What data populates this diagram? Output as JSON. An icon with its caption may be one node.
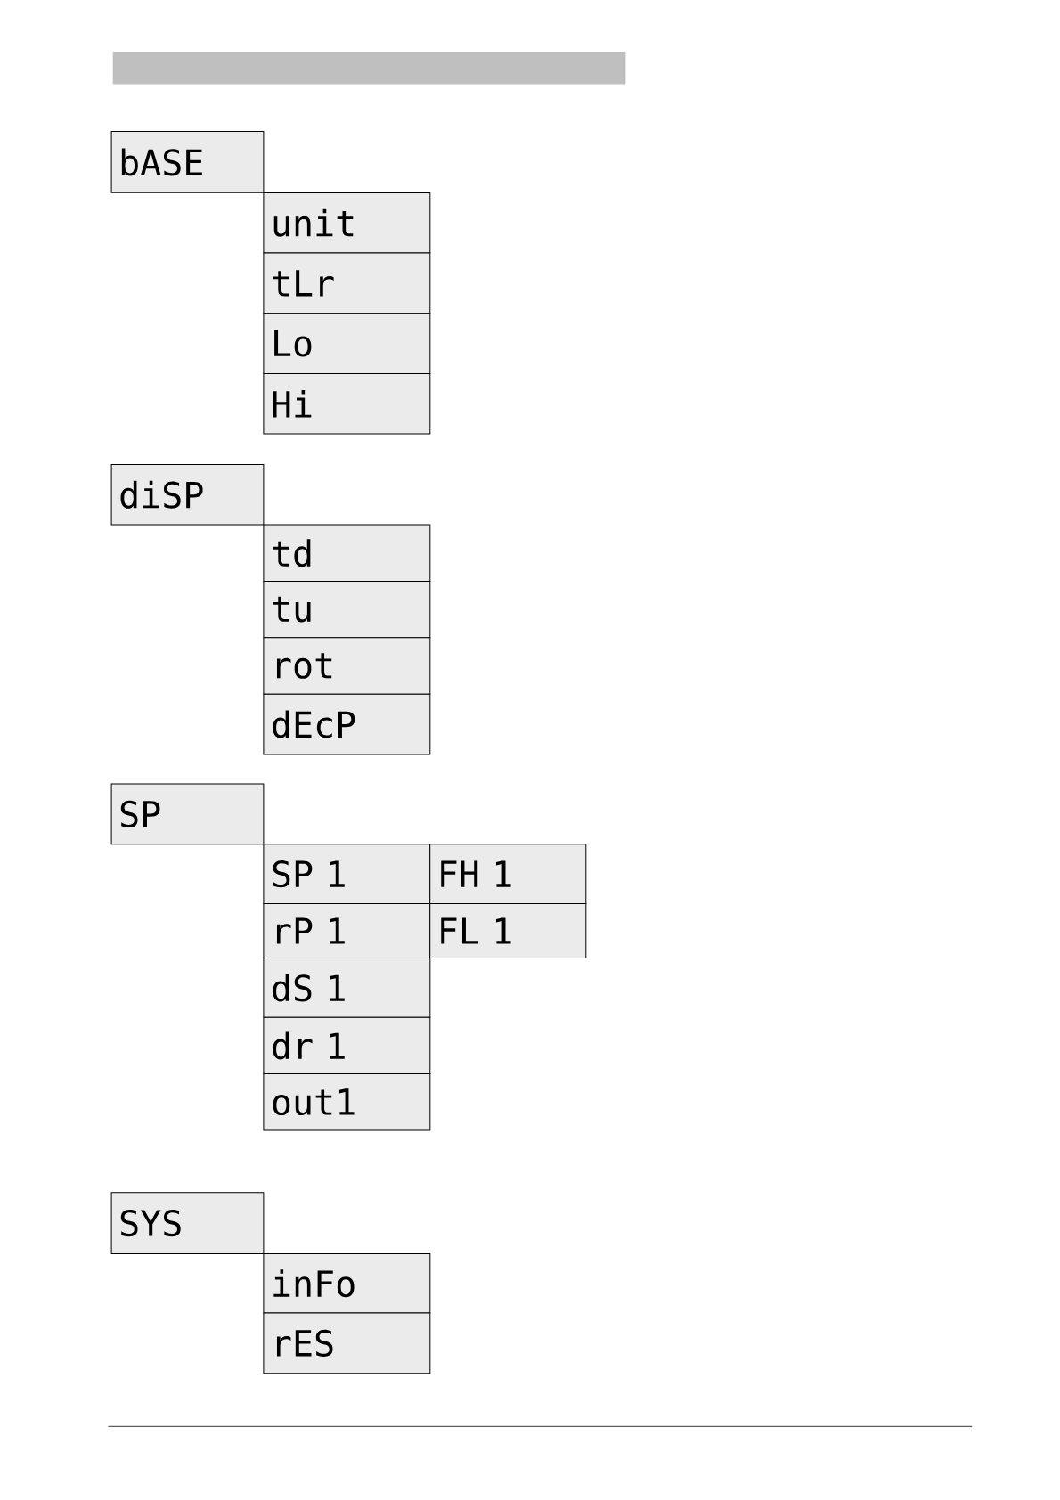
{
  "diagram": {
    "nodes": [
      {
        "text": [
          "bASE"
        ]
      },
      {
        "text": [
          "unit"
        ]
      },
      {
        "text": [
          "tLr"
        ]
      },
      {
        "text": [
          "Lo"
        ]
      },
      {
        "text": [
          "Hi"
        ]
      },
      {
        "text": [
          "diSP"
        ]
      },
      {
        "text": [
          "td"
        ]
      },
      {
        "text": [
          "tu"
        ]
      },
      {
        "text": [
          "rot"
        ]
      },
      {
        "text": [
          "dEcP"
        ]
      },
      {
        "text": [
          "SP"
        ]
      },
      {
        "text": [
          "SP 1"
        ]
      },
      {
        "text": [
          "FH 1"
        ]
      },
      {
        "text": [
          "rP 1"
        ]
      },
      {
        "text": [
          "FL 1"
        ]
      },
      {
        "text": [
          "dS 1"
        ]
      },
      {
        "text": [
          "dr 1"
        ]
      },
      {
        "text": [
          "out1"
        ]
      },
      {
        "text": [
          "SYS"
        ]
      },
      {
        "text": [
          "inFo"
        ]
      },
      {
        "text": [
          "rES"
        ]
      }
    ]
  }
}
